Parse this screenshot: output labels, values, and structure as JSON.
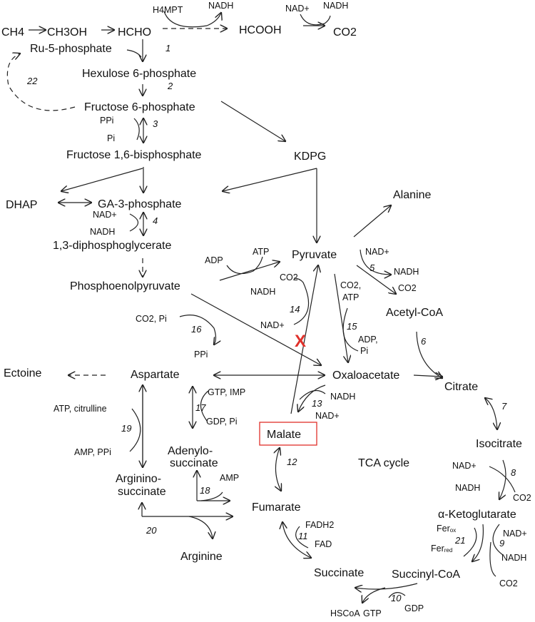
{
  "diagram": {
    "type": "metabolic-pathway",
    "colors": {
      "lines": "#222222",
      "text": "#111111",
      "highlight": "#e0302a",
      "background": "#ffffff"
    },
    "top_chain": {
      "ch4": "CH4",
      "ch3oh": "CH3OH",
      "hcho": "HCHO",
      "hcooh": "HCOOH",
      "co2": "CO2",
      "h4mpt": "H4MPT",
      "nadh_a": "NADH",
      "nad_b": "NAD+",
      "nadh_b": "NADH"
    },
    "ribulose": {
      "ru5p": "Ru-5-phosphate",
      "hexulose": "Hexulose 6-phosphate",
      "f6p": "Fructose 6-phosphate",
      "ppi": "PPi",
      "pi": "Pi",
      "fbp": "Fructose 1,6-bisphosphate",
      "kdpg": "KDPG"
    },
    "glycolysis": {
      "dhap": "DHAP",
      "ga3p": "GA-3-phosphate",
      "nad": "NAD+",
      "nadh": "NADH",
      "bpg": "1,3-diphosphoglycerate",
      "pep": "Phosphoenolpyruvate",
      "adp": "ADP",
      "atp": "ATP",
      "pyruvate": "Pyruvate",
      "alanine": "Alanine"
    },
    "pyruvate_branch": {
      "nad5": "NAD+",
      "nadh5": "NADH",
      "co2_5": "CO2",
      "acetyl_coa": "Acetyl-CoA",
      "co2_14": "CO2",
      "nadh_14": "NADH",
      "nad_14": "NAD+",
      "co2atp_15": "CO2,",
      "atp_15": "ATP",
      "adp_15": "ADP,",
      "pi_15": "Pi",
      "blocked_mark": "X"
    },
    "anaplerotic": {
      "co2pi_16": "CO2, Pi",
      "ppi_16": "PPi",
      "oxaloacetate": "Oxaloacetate",
      "nadh_13": "NADH",
      "nad_13": "NAD+",
      "malate": "Malate",
      "fumarate": "Fumarate",
      "fadh2": "FADH2",
      "fad": "FAD",
      "succinate": "Succinate",
      "tca_label": "TCA cycle"
    },
    "amino": {
      "ectoine": "Ectoine",
      "aspartate": "Aspartate",
      "gtp_imp": "GTP, IMP",
      "gdp_pi": "GDP, Pi",
      "adenylosuccinate_1": "Adenylo-",
      "adenylosuccinate_2": "succinate",
      "amp_18": "AMP",
      "atp_citrulline": "ATP, citrulline",
      "amp_ppi": "AMP, PPi",
      "argino_1": "Arginino-",
      "argino_2": "succinate",
      "arginine": "Arginine"
    },
    "tca": {
      "citrate": "Citrate",
      "isocitrate": "Isocitrate",
      "nad_8": "NAD+",
      "nadh_8": "NADH",
      "co2_8": "CO2",
      "akg": "α-Ketoglutarate",
      "fer_ox": "Fer",
      "fer_ox_sub": "ox",
      "fer_red": "Fer",
      "fer_red_sub": "red",
      "nad_9": "NAD+",
      "nadh_9": "NADH",
      "co2_9": "CO2",
      "succinyl_coa": "Succinyl-CoA",
      "hscoa": "HSCoA",
      "gtp_10": "GTP",
      "gdp_10": "GDP"
    },
    "enzyme_numbers": {
      "e1": "1",
      "e2": "2",
      "e3": "3",
      "e4": "4",
      "e5": "5",
      "e6": "6",
      "e7": "7",
      "e8": "8",
      "e9": "9",
      "e10": "10",
      "e11": "11",
      "e12": "12",
      "e13": "13",
      "e14": "14",
      "e15": "15",
      "e16": "16",
      "e17": "17",
      "e18": "18",
      "e19": "19",
      "e20": "20",
      "e21": "21",
      "e22": "22"
    }
  }
}
